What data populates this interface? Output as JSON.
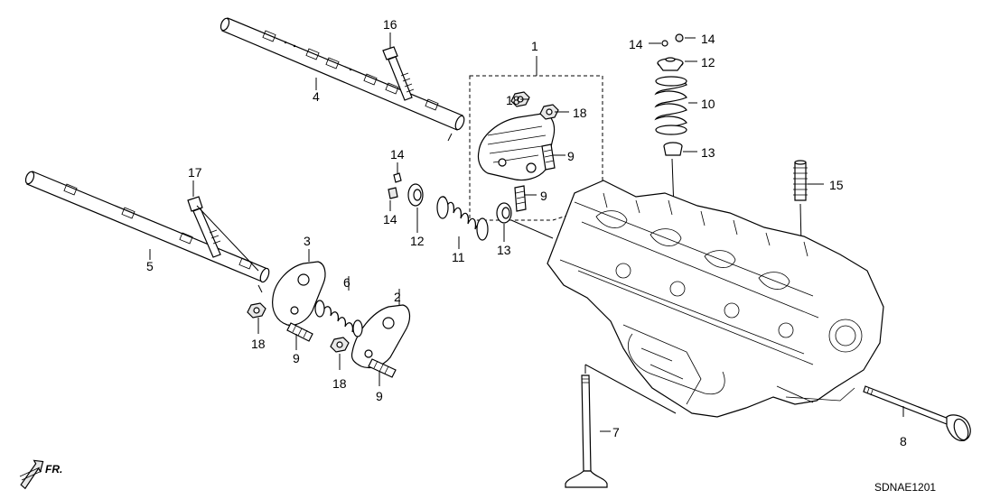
{
  "diagram_code": "SDNAE1201",
  "direction_marker": "FR.",
  "callouts": [
    {
      "id": "c1",
      "text": "1"
    },
    {
      "id": "c2",
      "text": "2"
    },
    {
      "id": "c3",
      "text": "3"
    },
    {
      "id": "c4",
      "text": "4"
    },
    {
      "id": "c5",
      "text": "5"
    },
    {
      "id": "c6",
      "text": "6"
    },
    {
      "id": "c7",
      "text": "7"
    },
    {
      "id": "c8",
      "text": "8"
    },
    {
      "id": "c9a",
      "text": "9"
    },
    {
      "id": "c9b",
      "text": "9"
    },
    {
      "id": "c9c",
      "text": "9"
    },
    {
      "id": "c9d",
      "text": "9"
    },
    {
      "id": "c10",
      "text": "10"
    },
    {
      "id": "c11",
      "text": "11"
    },
    {
      "id": "c12a",
      "text": "12"
    },
    {
      "id": "c12b",
      "text": "12"
    },
    {
      "id": "c13a",
      "text": "13"
    },
    {
      "id": "c13b",
      "text": "13"
    },
    {
      "id": "c14a",
      "text": "14"
    },
    {
      "id": "c14b",
      "text": "14"
    },
    {
      "id": "c14c",
      "text": "14"
    },
    {
      "id": "c14d",
      "text": "14"
    },
    {
      "id": "c15",
      "text": "15"
    },
    {
      "id": "c16",
      "text": "16"
    },
    {
      "id": "c17",
      "text": "17"
    },
    {
      "id": "c18a",
      "text": "18"
    },
    {
      "id": "c18b",
      "text": "18"
    },
    {
      "id": "c18c",
      "text": "18"
    },
    {
      "id": "c18d",
      "text": "18"
    }
  ]
}
